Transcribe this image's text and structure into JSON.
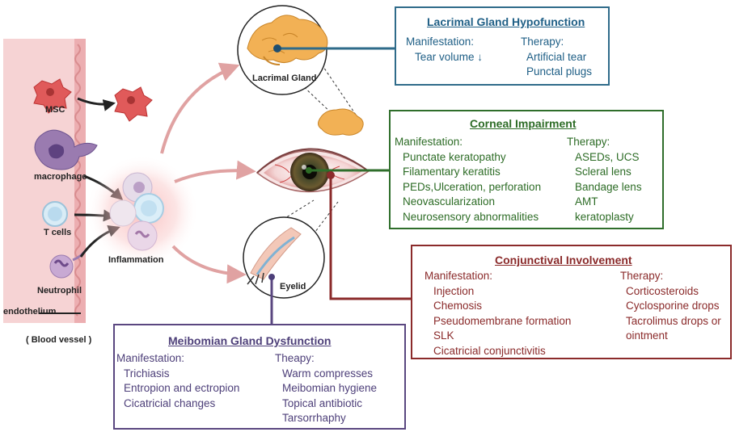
{
  "colors": {
    "lacrimal": "#1f5f86",
    "corneal": "#2d6c26",
    "conjunctival": "#8a2a2a",
    "meibomian": "#4d3f79",
    "arrow": "#e0a2a2",
    "vessel": "#f3c9cb"
  },
  "left": {
    "cells": {
      "msc": "MSC",
      "macrophage": "macrophage",
      "tcells": "T cells",
      "neutrophil": "Neutrophil",
      "endothelium": "endothelium"
    },
    "inflammation": "Inflammation",
    "blood_vessel": "( Blood vessel )"
  },
  "labels": {
    "lacrimal_gland": "Lacrimal Gland",
    "eyelid": "Eyelid"
  },
  "lacrimal": {
    "title": "Lacrimal Gland Hypofunction",
    "manifestation_label": "Manifestation:",
    "manifestations": [
      "Tear volume ↓"
    ],
    "therapy_label": "Therapy:",
    "therapies": [
      "Artificial tear",
      "Punctal plugs"
    ]
  },
  "corneal": {
    "title": "Corneal Impairment",
    "manifestation_label": "Manifestation:",
    "manifestations": [
      "Punctate keratopathy",
      "Filamentary keratitis",
      "PEDs,Ulceration, perforation",
      "Neovascularization",
      "Neurosensory abnormalities"
    ],
    "therapy_label": "Therapy:",
    "therapies": [
      "ASEDs, UCS",
      "Scleral lens",
      "Bandage lens",
      "AMT",
      "keratoplasty"
    ]
  },
  "conjunctival": {
    "title": "Conjunctival Involvement",
    "manifestation_label": "Manifestation:",
    "manifestations": [
      "Injection",
      "Chemosis",
      "Pseudomembrane formation",
      "SLK",
      "Cicatricial conjunctivitis"
    ],
    "therapy_label": "Therapy:",
    "therapies": [
      "Corticosteroids",
      "Cyclosporine drops",
      "Tacrolimus drops or",
      "ointment"
    ]
  },
  "meibomian": {
    "title": "Meibomian Gland Dysfunction",
    "manifestation_label": "Manifestation:",
    "manifestations": [
      "Trichiasis",
      "Entropion and ectropion",
      "Cicatricial changes"
    ],
    "therapy_label": "Theapy:",
    "therapies": [
      "Warm compresses",
      "Meibomian hygiene",
      "Topical antibiotic",
      "Tarsorrhaphy"
    ]
  }
}
